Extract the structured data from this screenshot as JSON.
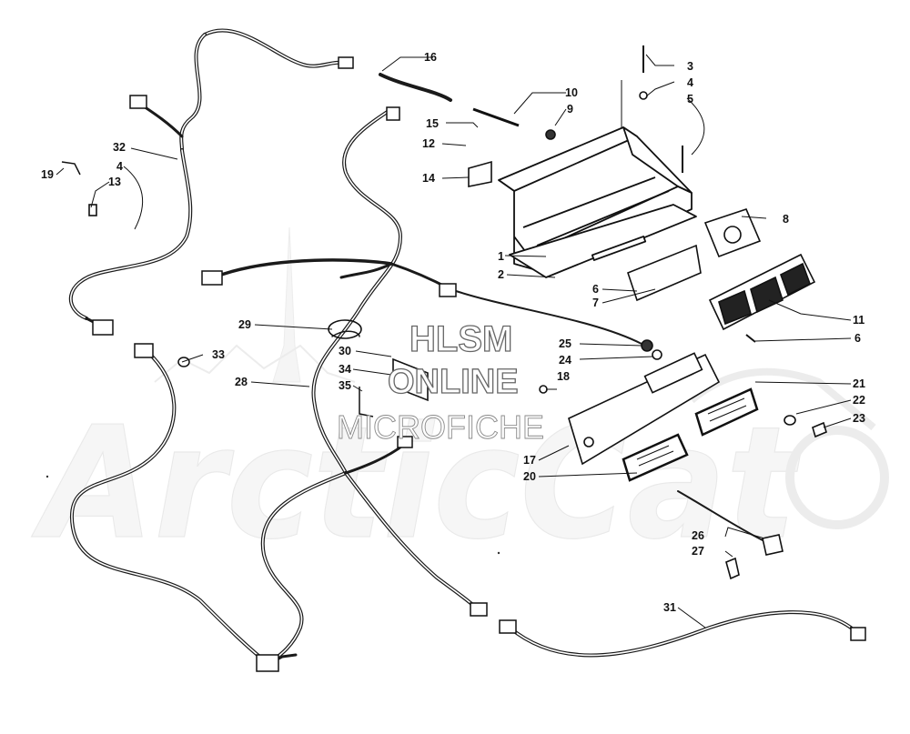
{
  "callouts": {
    "c1": "1",
    "c2": "2",
    "c3": "3",
    "c4a": "4",
    "c4b": "4",
    "c5": "5",
    "c6a": "6",
    "c6b": "6",
    "c7": "7",
    "c8": "8",
    "c9": "9",
    "c10": "10",
    "c11": "11",
    "c12": "12",
    "c13": "13",
    "c14": "14",
    "c15": "15",
    "c16": "16",
    "c17": "17",
    "c18": "18",
    "c19": "19",
    "c20": "20",
    "c21": "21",
    "c22": "22",
    "c23": "23",
    "c24": "24",
    "c25": "25",
    "c26": "26",
    "c27": "27",
    "c28": "28",
    "c29": "29",
    "c30": "30",
    "c31": "31",
    "c32": "32",
    "c33": "33",
    "c34": "34",
    "c35": "35"
  },
  "watermark": {
    "line1": "HLSM",
    "line2": "ONLINE",
    "line3": "MICROFICHE",
    "brand": "ArcticCat"
  },
  "colors": {
    "ink": "#111111",
    "paper": "#ffffff",
    "watermark_gray": "#d8d8d8"
  }
}
